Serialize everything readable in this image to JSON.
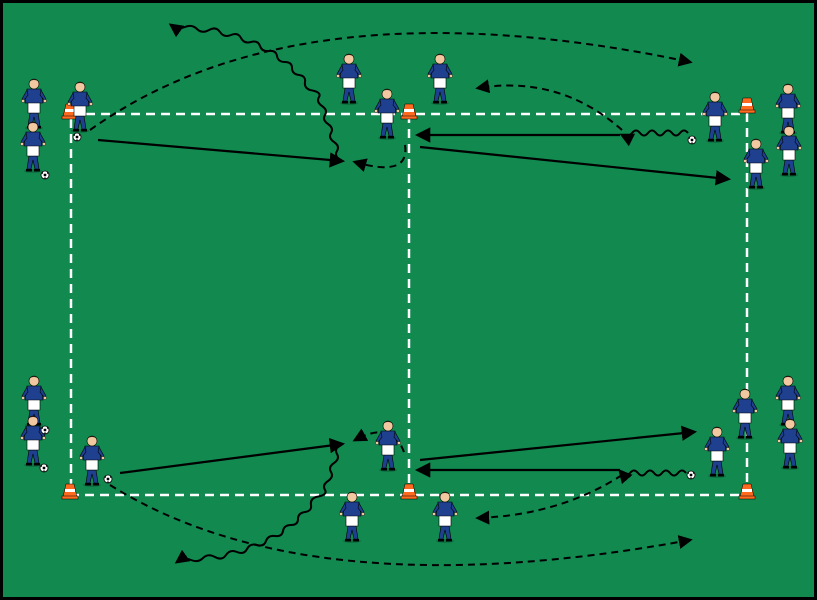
{
  "pitch": {
    "background": "#11894f",
    "border_color": "#000000",
    "line_color": "#ffffff",
    "pass_color": "#000000",
    "cone_color": "#ff6a1f",
    "shirt_color": "#1f3f8f",
    "shorts_color": "#ffffff",
    "skin_color": "#f2c8a0"
  },
  "legend": {
    "solid_arrow": "pass",
    "dashed_arrow": "run",
    "wavy_arrow": "dribble"
  }
}
